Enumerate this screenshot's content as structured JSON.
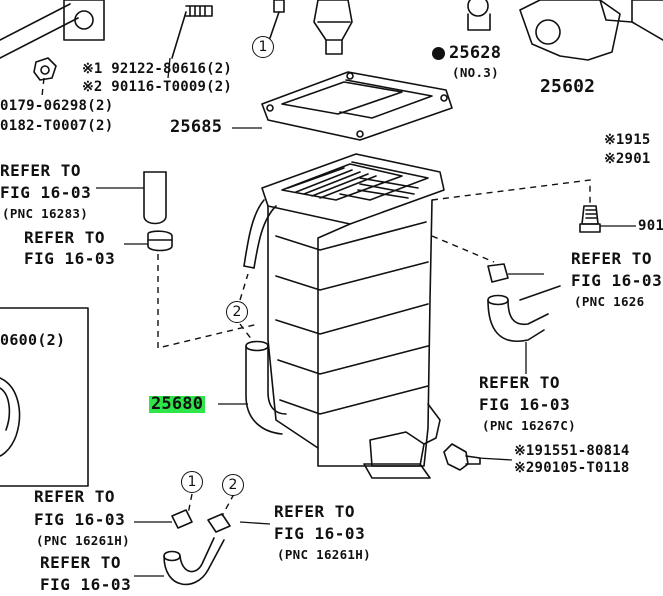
{
  "parts": {
    "p25628": "25628",
    "p25628_sub": "(NO.3)",
    "p25602": "25602",
    "p25685": "25685",
    "p25680": "25680",
    "p0179": "0179-06298(2)",
    "p0182": "0182-T0007(2)",
    "p0600": "0600(2)",
    "p901": "901"
  },
  "notes": {
    "n1_top": "※1 92122-80616(2)",
    "n2_top": "※2 90116-T0009(2)",
    "n1_right": "※1915",
    "n2_right": "※2901",
    "n1_bolt": "※191551-80814",
    "n2_bolt": "※290105-T0118"
  },
  "refs": {
    "r1_a": "REFER TO",
    "r1_b": "FIG 16-03",
    "r1_c": "(PNC 16283)",
    "r2_a": "REFER TO",
    "r2_b": "FIG 16-03",
    "r3_a": "REFER TO",
    "r3_b": "FIG 16-03",
    "r3_c": "(PNC 1626",
    "r4_a": "REFER TO",
    "r4_b": "FIG 16-03",
    "r4_c": "(PNC 16267C)",
    "r5_a": "REFER TO",
    "r5_b": "FIG 16-03",
    "r5_c": "(PNC 16261H)",
    "r6_a": "REFER TO",
    "r6_b": "FIG 16-03",
    "r6_c": "(PNC 16261H)",
    "r7_a": "REFER TO",
    "r7_b": "FIG 16-03"
  },
  "callouts": {
    "c1": "1",
    "c2": "2"
  },
  "colors": {
    "ink": "#111111",
    "highlight": "#2ee64a",
    "paper": "#ffffff"
  }
}
